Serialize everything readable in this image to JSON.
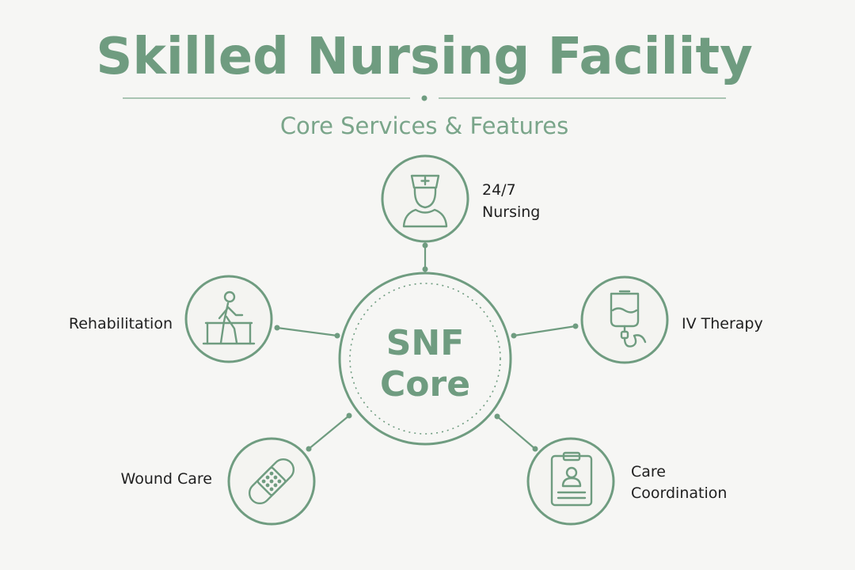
{
  "title": "Skilled Nursing Facility",
  "subtitle": "Core Services & Features",
  "core": {
    "line1": "SNF",
    "line2": "Core"
  },
  "services": {
    "nursing": {
      "line1": "24/7",
      "line2": "Nursing",
      "icon": "nurse-icon"
    },
    "rehabilitation": {
      "label": "Rehabilitation",
      "icon": "walking-rehab-icon"
    },
    "iv_therapy": {
      "label": "IV Therapy",
      "icon": "iv-bag-icon"
    },
    "wound_care": {
      "label": "Wound Care",
      "icon": "bandage-icon"
    },
    "care_coordination": {
      "line1": "Care",
      "line2": "Coordination",
      "icon": "clipboard-profile-icon"
    }
  },
  "colors": {
    "accent": "#6f9c80",
    "background": "#f6f6f4",
    "text": "#1f1f1f"
  }
}
